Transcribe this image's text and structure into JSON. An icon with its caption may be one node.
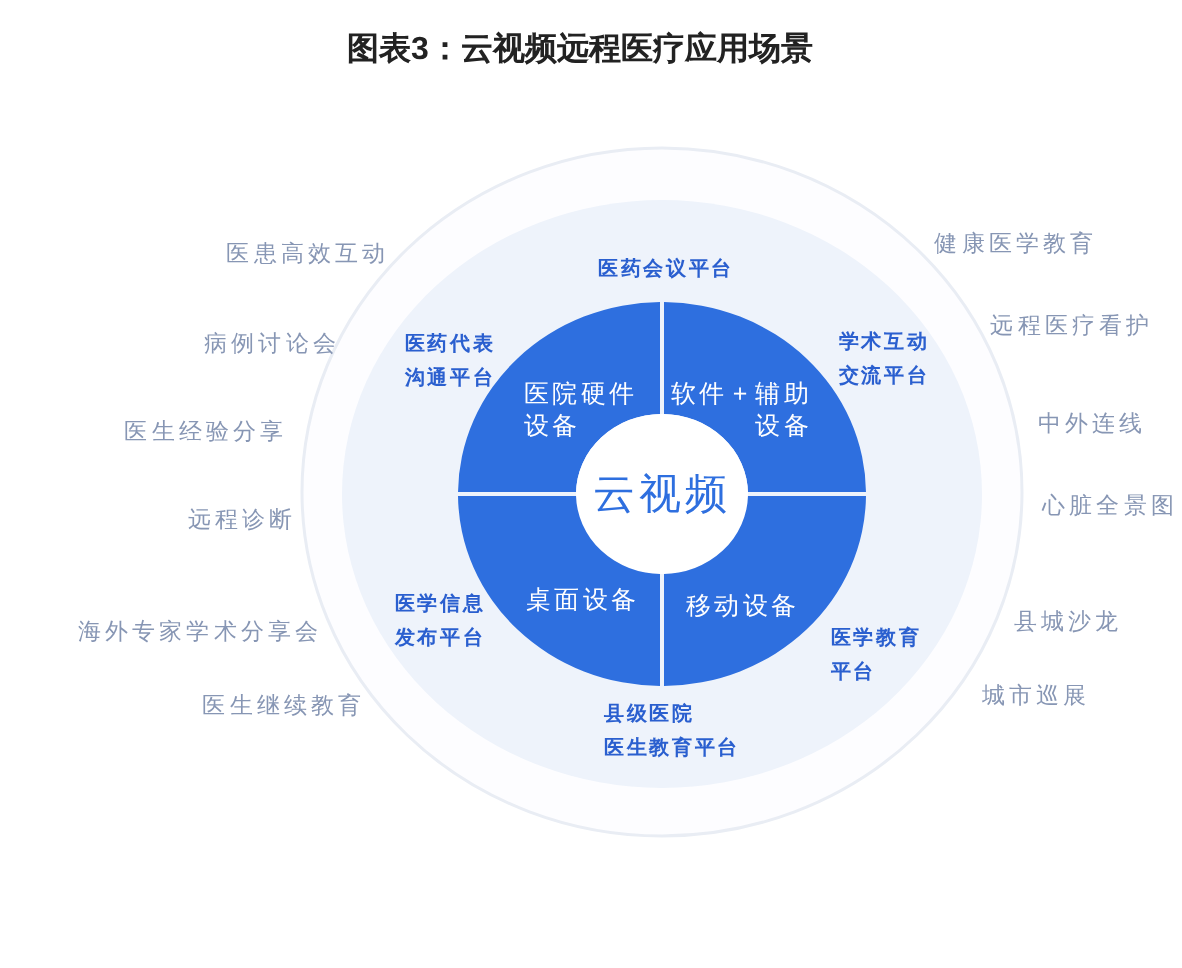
{
  "diagram": {
    "title": "图表3：云视频远程医疗应用场景",
    "nodes": [
      {
        "text": [
          "医院硬件设备"
        ]
      },
      {
        "text": [
          "软件 + 辅助设备"
        ]
      },
      {
        "text": [
          "云视频"
        ]
      },
      {
        "text": [
          "桌面设备"
        ]
      },
      {
        "text": [
          "移动设备"
        ]
      }
    ],
    "labels": [
      "医患高效互动",
      "医药会议平台",
      "健康医学教育",
      "病例讨论会",
      "医药代表沟通平台",
      "学术互动交流平台",
      "远程医疗看护",
      "医生经验分享",
      "中外连线",
      "远程诊断",
      "心脏全景图",
      "海外专家学术分享会",
      "医学信息发布平台",
      "医学教育平台",
      "县城沙龙",
      "医生继续教育",
      "县级医院医生教育平台",
      "城市巡展"
    ]
  }
}
